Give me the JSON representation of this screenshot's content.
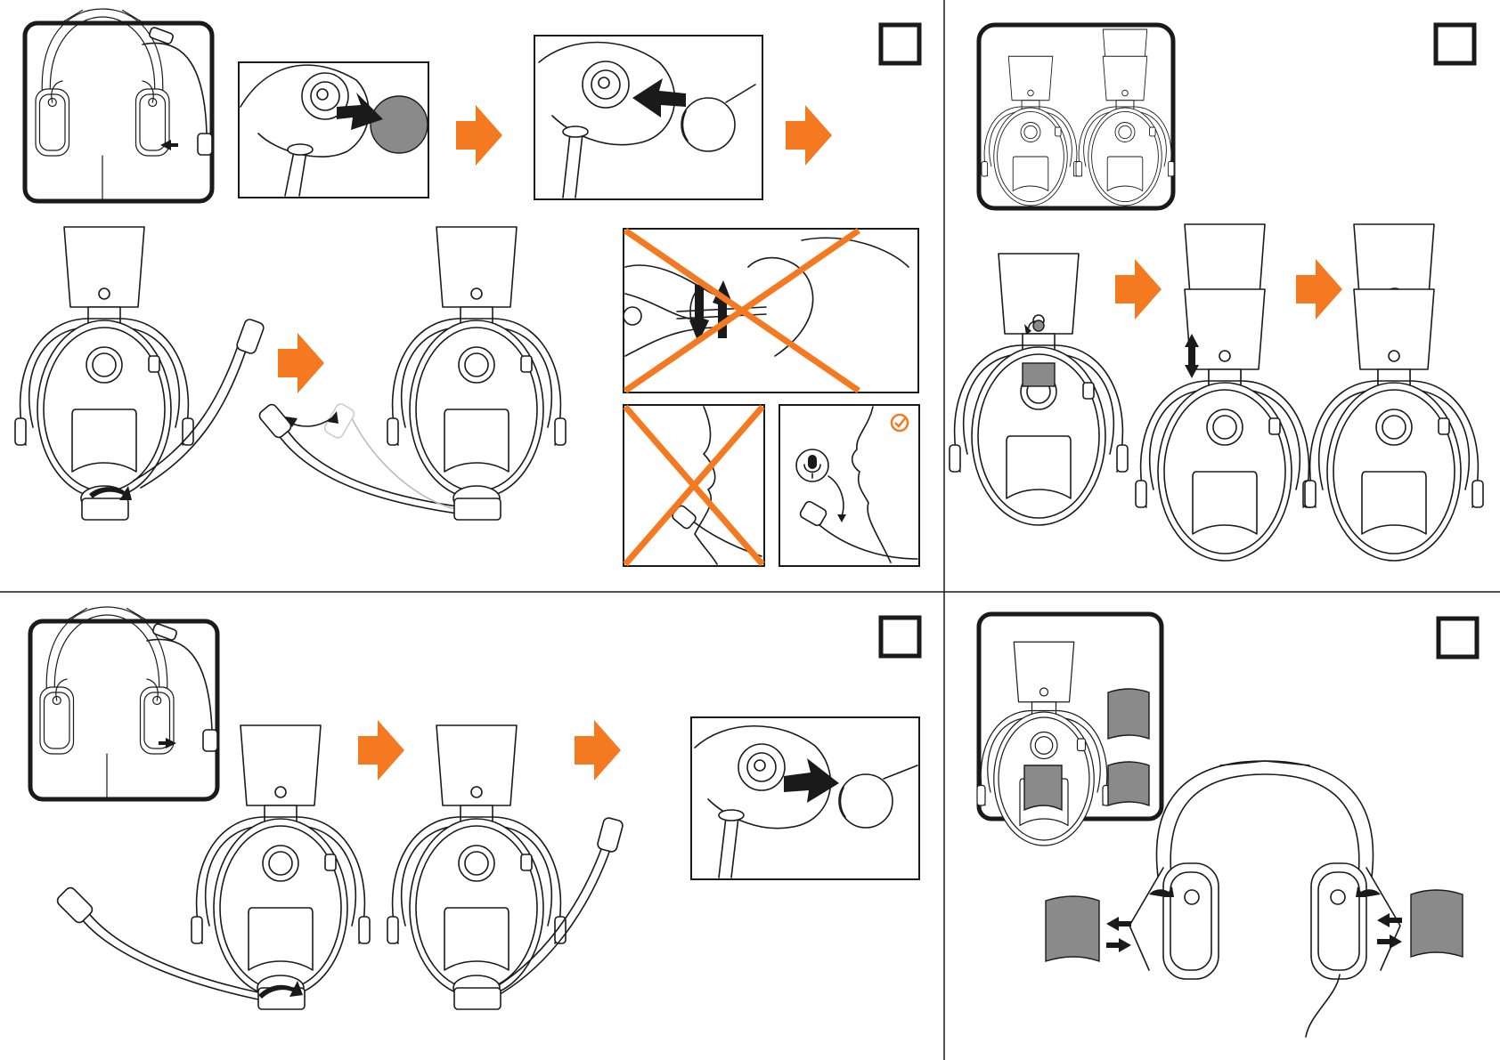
{
  "colors": {
    "accent_orange": "#f47920",
    "line": "#1a1a1a",
    "grey_fill": "#8a8a8a",
    "background": "#ffffff"
  },
  "panels": [
    {
      "id": "mic-attach",
      "checkbox": "empty"
    },
    {
      "id": "headband-adjust",
      "checkbox": "empty"
    },
    {
      "id": "mic-remove",
      "checkbox": "empty"
    },
    {
      "id": "ear-pad-replace",
      "checkbox": "empty"
    }
  ],
  "icons": {
    "step_arrow": "orange-arrow-icon",
    "wrong": "orange-cross-icon",
    "correct": "orange-check-icon",
    "mic": "microphone-icon"
  }
}
